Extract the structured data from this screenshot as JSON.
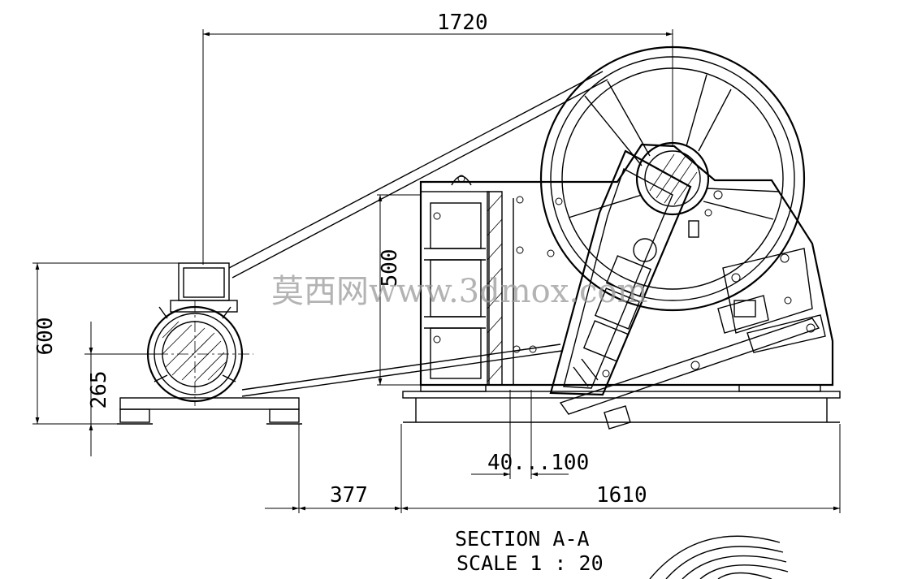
{
  "dimensions": {
    "overall_length": "1720",
    "motor_height": "600",
    "shaft_height": "265",
    "feed_opening": "500",
    "discharge_range": "40...100",
    "motor_offset": "377",
    "crusher_length": "1610"
  },
  "title": {
    "section": "SECTION A-A",
    "scale": "SCALE 1 : 20"
  },
  "watermark": "莫西网www.3dmox.com"
}
